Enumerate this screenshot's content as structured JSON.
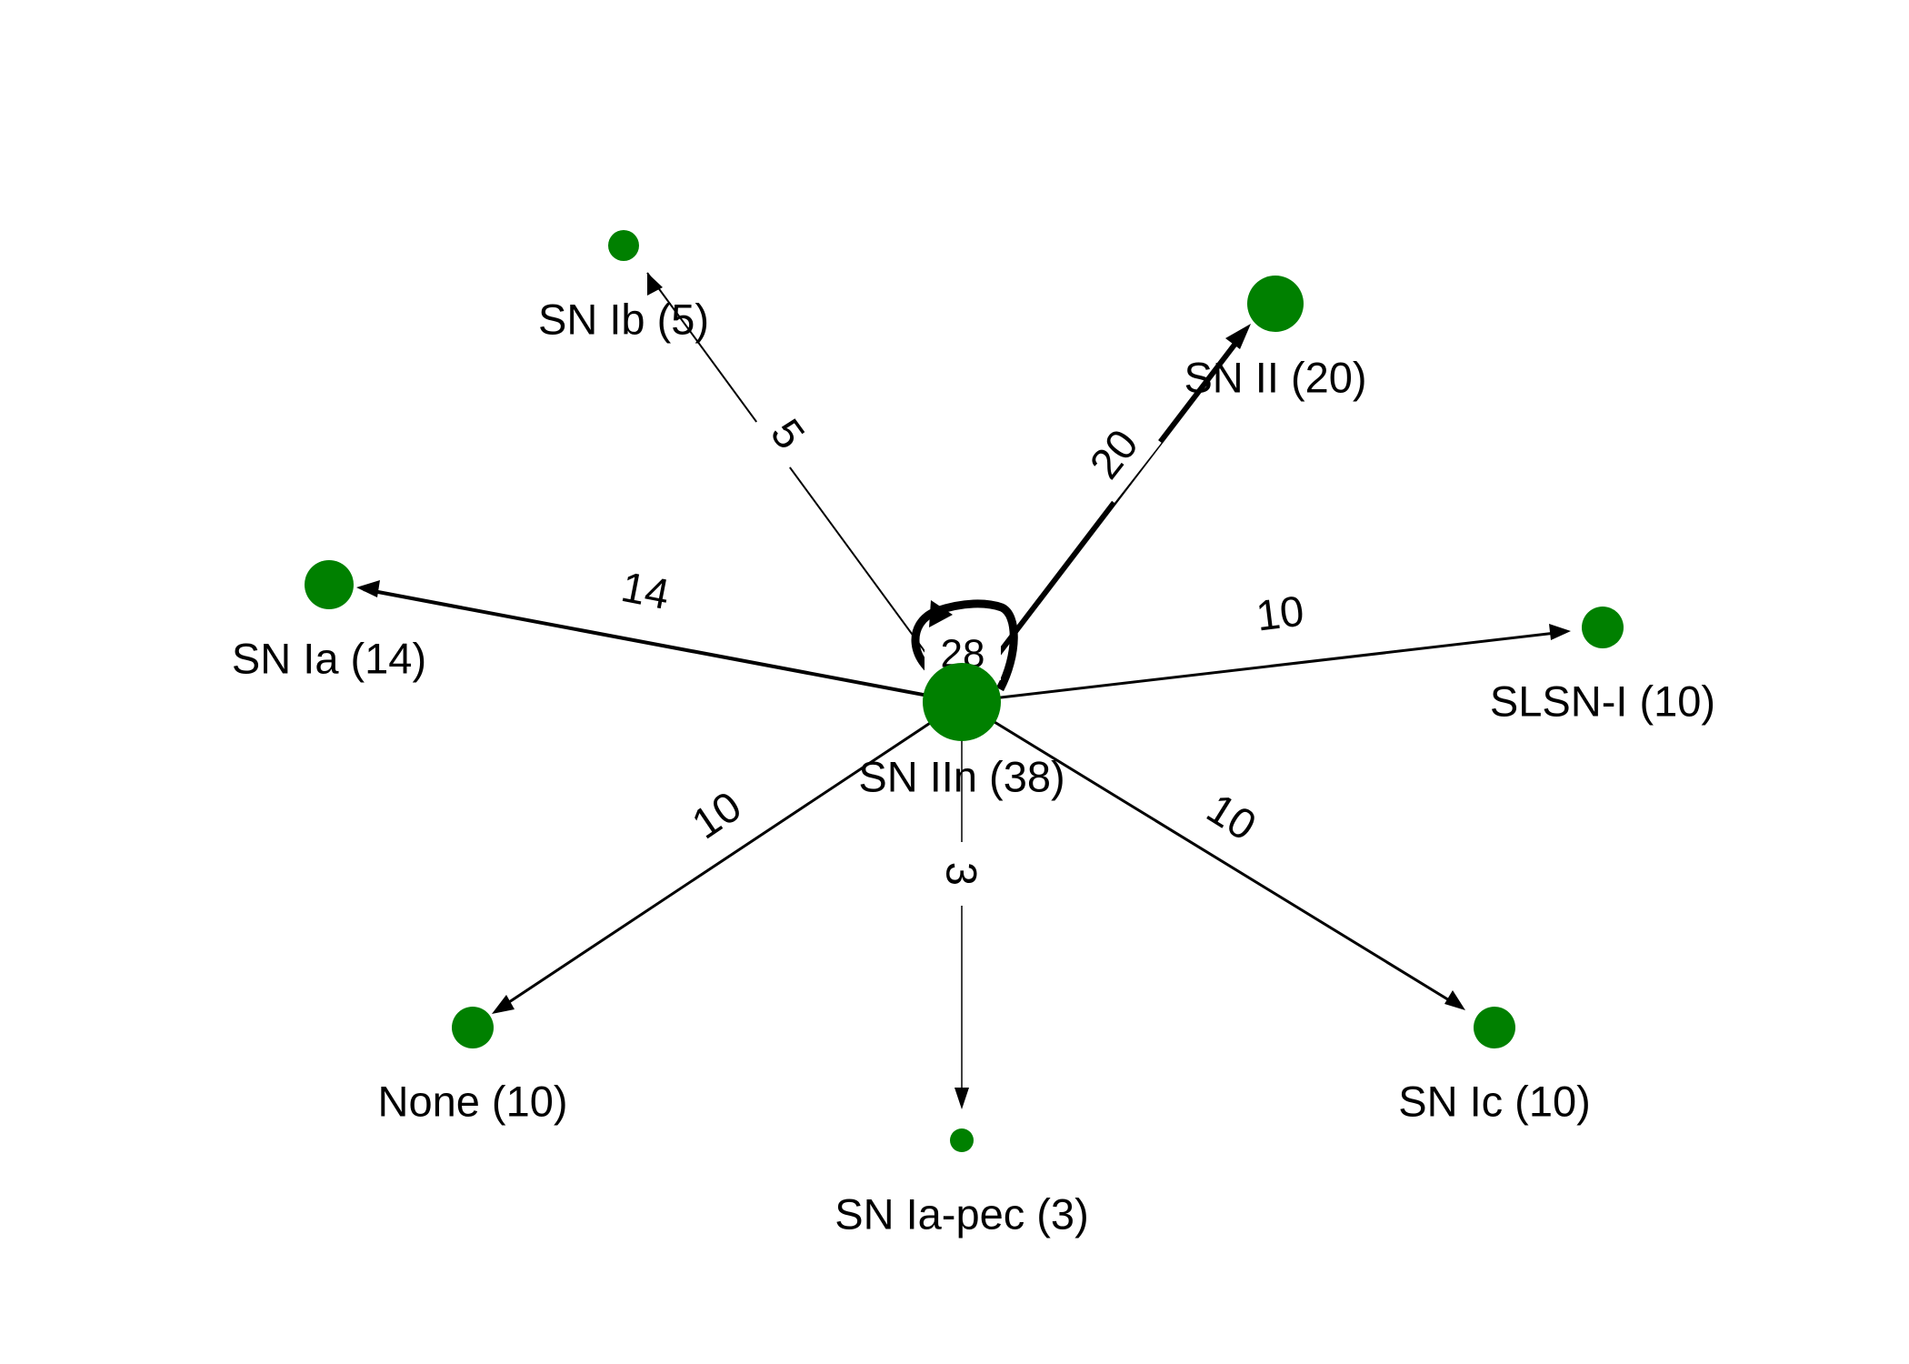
{
  "colors": {
    "node": "#008000",
    "edge": "#000000",
    "background": "#ffffff"
  },
  "center": {
    "id": "sn-iin",
    "label": "SN IIn (38)",
    "self_loop_weight": "28"
  },
  "nodes": [
    {
      "id": "sn-ib",
      "label": "SN Ib (5)"
    },
    {
      "id": "sn-ii",
      "label": "SN II (20)"
    },
    {
      "id": "sn-ia",
      "label": "SN Ia (14)"
    },
    {
      "id": "slsn-i",
      "label": "SLSN-I (10)"
    },
    {
      "id": "none",
      "label": "None (10)"
    },
    {
      "id": "sn-ia-pec",
      "label": "SN Ia-pec (3)"
    },
    {
      "id": "sn-ic",
      "label": "SN Ic (10)"
    }
  ],
  "edges": [
    {
      "from": "sn-iin",
      "to": "sn-ib",
      "weight": "5"
    },
    {
      "from": "sn-iin",
      "to": "sn-ii",
      "weight": "20"
    },
    {
      "from": "sn-iin",
      "to": "sn-ia",
      "weight": "14"
    },
    {
      "from": "sn-iin",
      "to": "slsn-i",
      "weight": "10"
    },
    {
      "from": "sn-iin",
      "to": "none",
      "weight": "10"
    },
    {
      "from": "sn-iin",
      "to": "sn-ia-pec",
      "weight": "3"
    },
    {
      "from": "sn-iin",
      "to": "sn-ic",
      "weight": "10"
    }
  ]
}
